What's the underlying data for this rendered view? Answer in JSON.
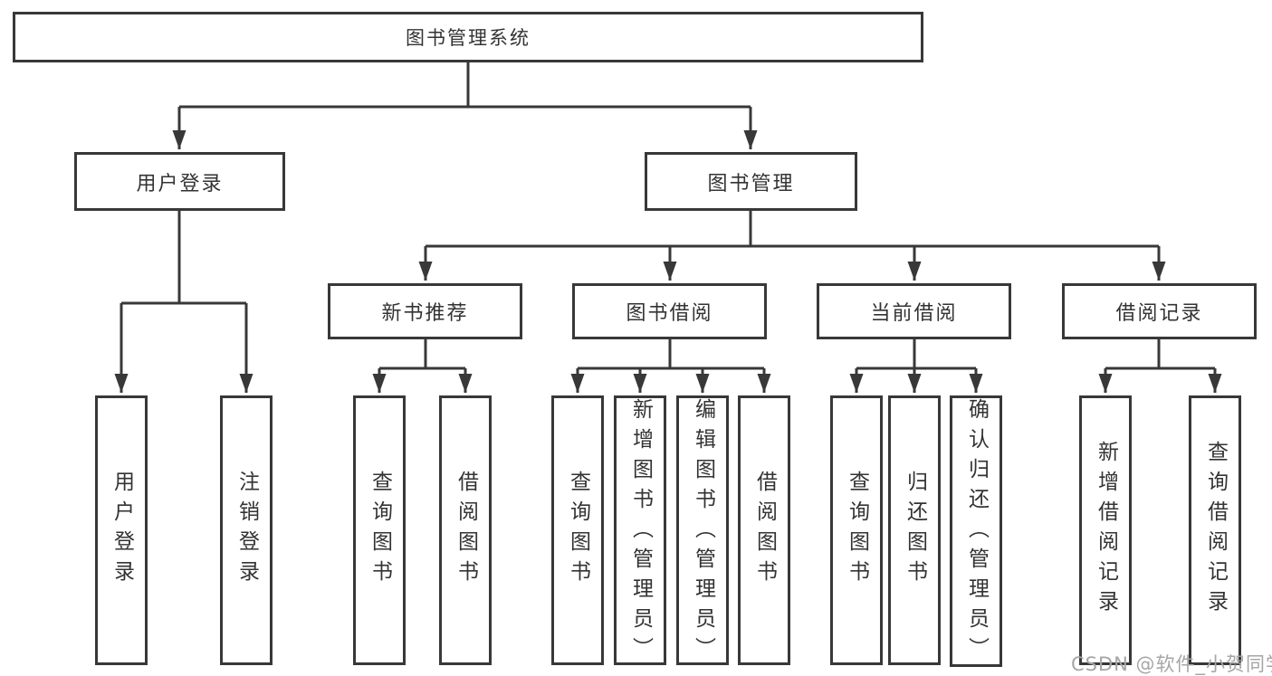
{
  "diagram": {
    "type": "tree",
    "root": "图书管理系统",
    "level2": [
      "用户登录",
      "图书管理"
    ],
    "level3": [
      "新书推荐",
      "图书借阅",
      "当前借阅",
      "借阅记录"
    ],
    "leaves": {
      "user_login": [
        "用户登录",
        "注销登录"
      ],
      "new_book": [
        "查询图书",
        "借阅图书"
      ],
      "book_borrow": [
        "查询图书",
        "新增图书（管理员）",
        "编辑图书（管理员）",
        "借阅图书"
      ],
      "current_borrow": [
        "查询图书",
        "归还图书",
        "确认归还（管理员）"
      ],
      "borrow_record": [
        "新增借阅记录",
        "查询借阅记录"
      ]
    },
    "hierarchy_note": {
      "用户登录": [
        "用户登录",
        "注销登录"
      ],
      "图书管理": [
        "新书推荐",
        "图书借阅",
        "当前借阅",
        "借阅记录"
      ]
    }
  },
  "watermark": "CSDN @软件_小贺同学",
  "colors": {
    "line": "#383838",
    "node_border": "#383838",
    "node_background": "#ffffff",
    "text": "#333333",
    "watermark": "#a6a6a6",
    "background": "#ffffff"
  }
}
